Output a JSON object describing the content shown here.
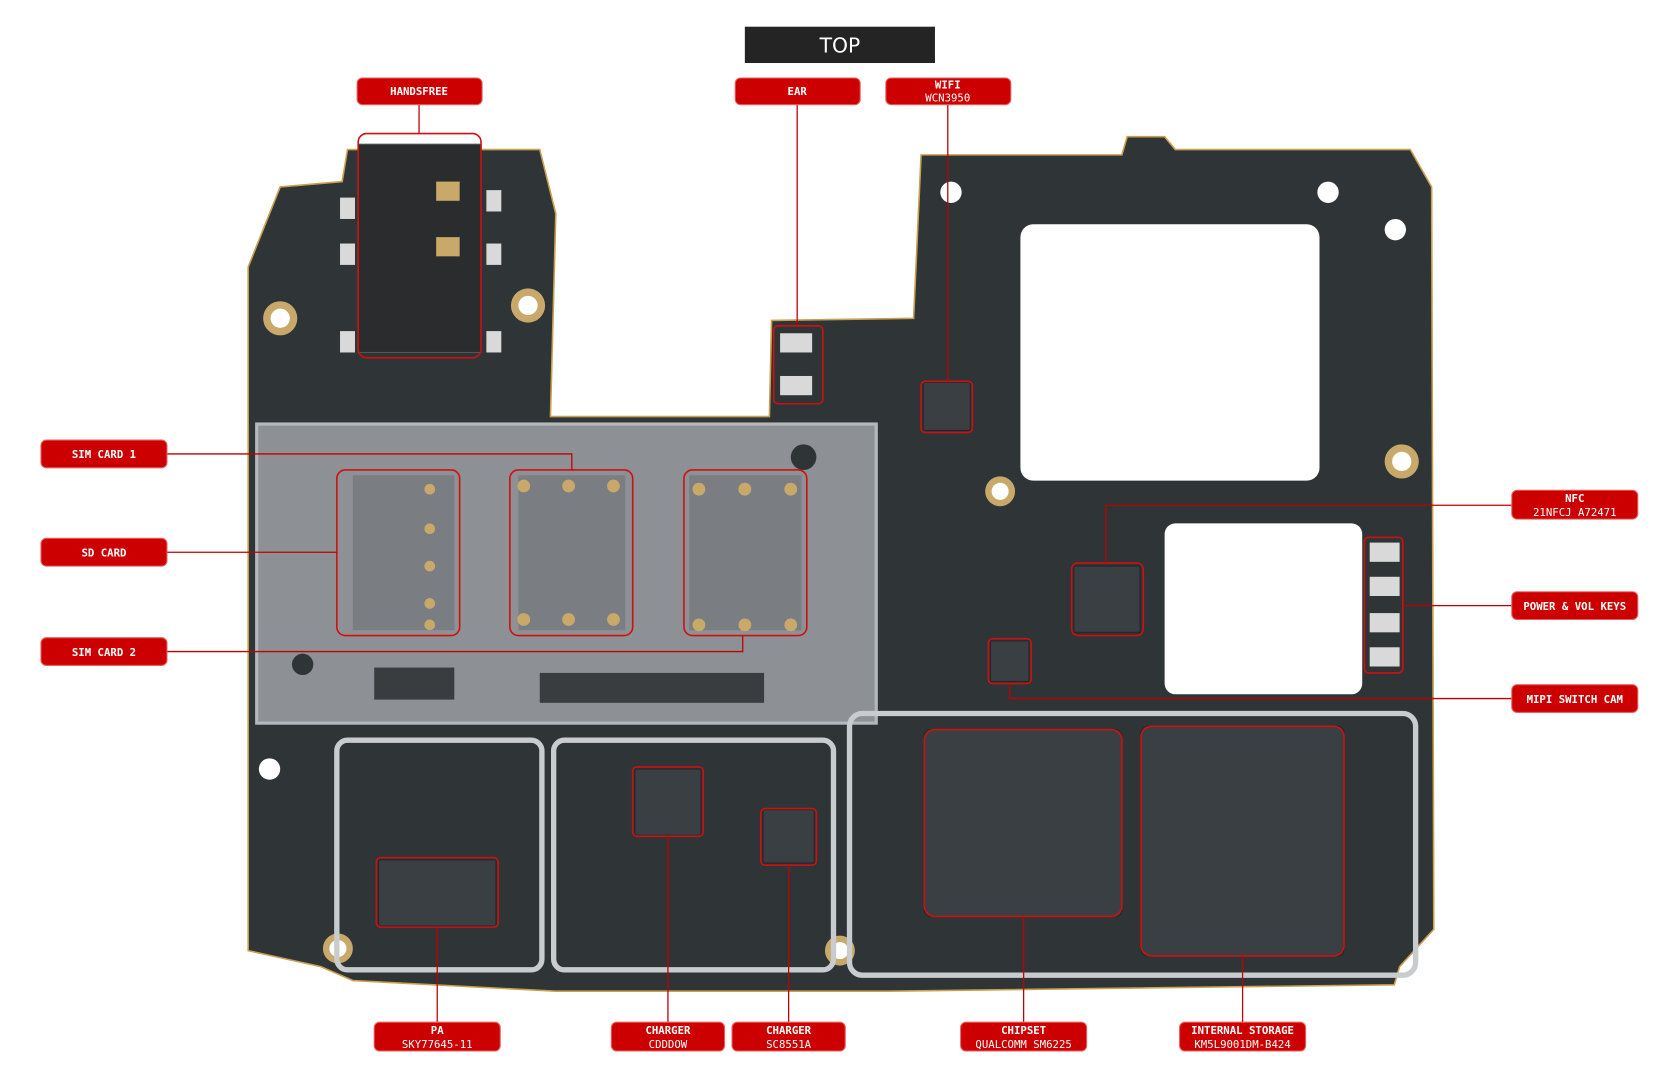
{
  "title": "TOP",
  "labels": {
    "handsfree": {
      "title": "HANDSFREE"
    },
    "ear": {
      "title": "EAR"
    },
    "wifi": {
      "title": "WIFI",
      "sub": "WCN3950"
    },
    "sim1": {
      "title": "SIM CARD 1"
    },
    "sd": {
      "title": "SD CARD"
    },
    "sim2": {
      "title": "SIM CARD 2"
    },
    "nfc": {
      "title": "NFC",
      "sub": "21NFCJ A72471"
    },
    "keys": {
      "title": "POWER & VOL KEYS"
    },
    "mipi": {
      "title": "MIPI SWITCH CAM"
    },
    "pa": {
      "title": "PA",
      "sub": "SKY77645-11"
    },
    "charger1": {
      "title": "CHARGER",
      "sub": "CDDDOW"
    },
    "charger2": {
      "title": "CHARGER",
      "sub": "SC8551A"
    },
    "chipset": {
      "title": "CHIPSET",
      "sub": "QUALCOMM SM6225"
    },
    "storage": {
      "title": "INTERNAL STORAGE",
      "sub": "KM5L9001DM-B424"
    }
  },
  "colors": {
    "label_red": "#cc0000",
    "title_bg": "#242424",
    "board": "#2f3437"
  }
}
